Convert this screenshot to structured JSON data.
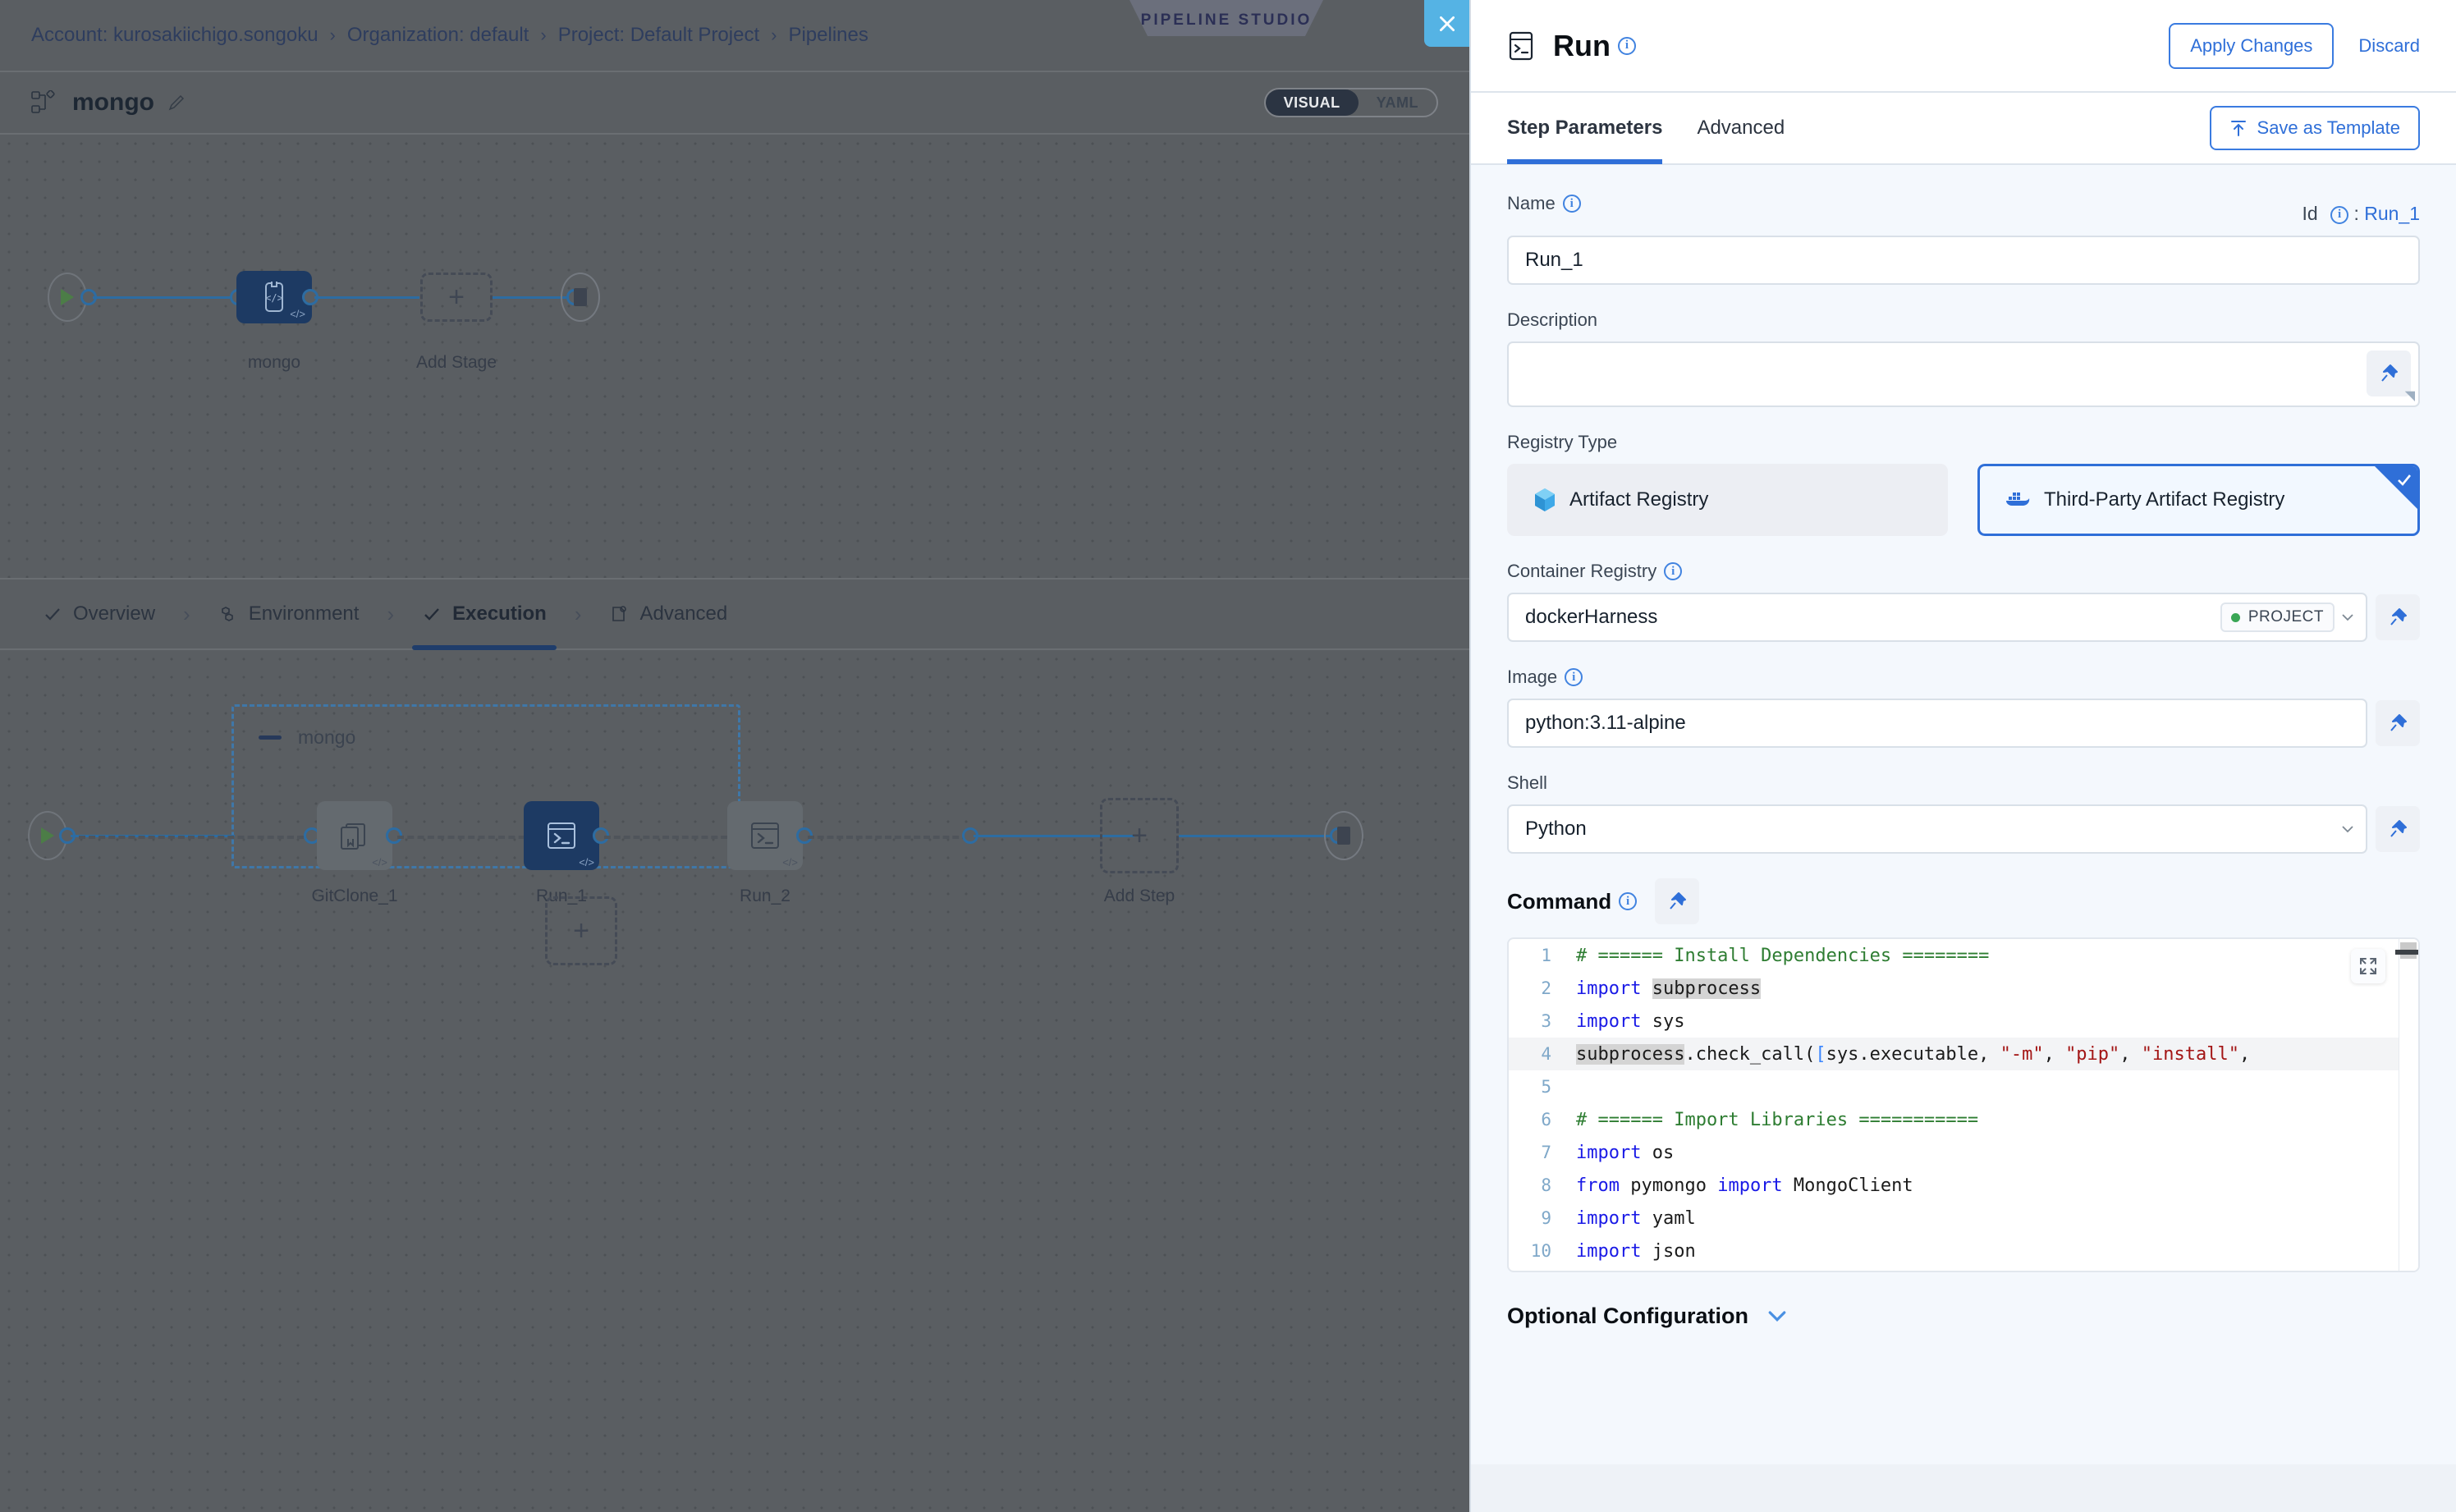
{
  "studio": {
    "breadcrumb": [
      "Account: kurosakiichigo.songoku",
      "Organization: default",
      "Project: Default Project",
      "Pipelines"
    ],
    "separator": "›",
    "badge": "PIPELINE STUDIO",
    "close_icon": "close-icon",
    "pipeline": {
      "name": "mongo",
      "edit_icon": "pencil-icon",
      "view_toggle": {
        "visual": "VISUAL",
        "yaml": "YAML",
        "selected": "VISUAL"
      }
    },
    "stage_canvas": {
      "start_icon": "play-icon",
      "end_icon": "stop-icon",
      "stage": {
        "label": "mongo",
        "icon": "code-brackets-icon",
        "selected": true
      },
      "add_stage": {
        "label": "Add Stage",
        "icon": "plus-icon"
      }
    },
    "tabs": [
      {
        "label": "Overview",
        "icon": "check-icon",
        "active": false
      },
      {
        "label": "Environment",
        "icon": "hexagons-icon",
        "active": false
      },
      {
        "label": "Execution",
        "icon": "check-icon",
        "active": true
      },
      {
        "label": "Advanced",
        "icon": "gear-page-icon",
        "active": false
      }
    ],
    "exec_canvas": {
      "group_label": "mongo",
      "collapse_icon": "minus-icon",
      "steps": [
        {
          "label": "GitClone_1",
          "icon": "git-clone-icon",
          "selected": false
        },
        {
          "label": "Run_1",
          "icon": "terminal-icon",
          "selected": true
        },
        {
          "label": "Run_2",
          "icon": "terminal-icon",
          "selected": false
        }
      ],
      "add_step": {
        "label": "Add Step",
        "icon": "plus-icon"
      },
      "add_step_below": {
        "icon": "plus-icon"
      }
    }
  },
  "panel": {
    "title": "Run",
    "title_icon": "terminal-icon",
    "apply_label": "Apply Changes",
    "discard_label": "Discard",
    "tabs": [
      {
        "label": "Step Parameters",
        "active": true
      },
      {
        "label": "Advanced",
        "active": false
      }
    ],
    "save_template_label": "Save as Template",
    "save_template_icon": "upload-template-icon",
    "name": {
      "label": "Name",
      "value": "Run_1",
      "placeholder": "",
      "id_label": "Id",
      "id_sep": ":",
      "id_value": "Run_1"
    },
    "description": {
      "label": "Description",
      "value": "",
      "placeholder": "",
      "pin_icon": "pin-icon"
    },
    "registry_type": {
      "label": "Registry Type",
      "options": [
        {
          "label": "Artifact Registry",
          "icon": "harness-cube-icon",
          "selected": false
        },
        {
          "label": "Third-Party Artifact Registry",
          "icon": "docker-icon",
          "selected": true
        }
      ]
    },
    "container_registry": {
      "label": "Container Registry",
      "value": "dockerHarness",
      "scope": "PROJECT",
      "scope_dot_color": "#3aa655",
      "caret_icon": "chevron-down-icon",
      "pin_icon": "pin-icon"
    },
    "image": {
      "label": "Image",
      "value": "python:3.11-alpine",
      "pin_icon": "pin-icon"
    },
    "shell": {
      "label": "Shell",
      "value": "Python",
      "caret_icon": "chevron-down-icon",
      "pin_icon": "pin-icon"
    },
    "command": {
      "label": "Command",
      "pin_icon": "pin-icon",
      "expand_icon": "expand-icon",
      "active_line": 4,
      "lines": [
        {
          "n": 1,
          "tokens": [
            {
              "t": "# ====== Install Dependencies ========",
              "c": "c-com"
            }
          ]
        },
        {
          "n": 2,
          "tokens": [
            {
              "t": "import ",
              "c": "c-kw"
            },
            {
              "t": "subprocess",
              "c": "c-txt hl"
            }
          ]
        },
        {
          "n": 3,
          "tokens": [
            {
              "t": "import ",
              "c": "c-kw"
            },
            {
              "t": "sys",
              "c": "c-txt"
            }
          ]
        },
        {
          "n": 4,
          "tokens": [
            {
              "t": "subprocess",
              "c": "c-txt hl"
            },
            {
              "t": ".check_call(",
              "c": "c-txt"
            },
            {
              "t": "[",
              "c": "c-br"
            },
            {
              "t": "sys.executable, ",
              "c": "c-txt"
            },
            {
              "t": "\"-m\"",
              "c": "c-str"
            },
            {
              "t": ", ",
              "c": "c-txt"
            },
            {
              "t": "\"pip\"",
              "c": "c-str"
            },
            {
              "t": ", ",
              "c": "c-txt"
            },
            {
              "t": "\"install\"",
              "c": "c-str"
            },
            {
              "t": ",",
              "c": "c-txt"
            }
          ]
        },
        {
          "n": 5,
          "tokens": [
            {
              "t": "",
              "c": "c-txt"
            }
          ]
        },
        {
          "n": 6,
          "tokens": [
            {
              "t": "# ====== Import Libraries ===========",
              "c": "c-com"
            }
          ]
        },
        {
          "n": 7,
          "tokens": [
            {
              "t": "import ",
              "c": "c-kw"
            },
            {
              "t": "os",
              "c": "c-txt"
            }
          ]
        },
        {
          "n": 8,
          "tokens": [
            {
              "t": "from ",
              "c": "c-kw"
            },
            {
              "t": "pymongo ",
              "c": "c-txt"
            },
            {
              "t": "import ",
              "c": "c-kw"
            },
            {
              "t": "MongoClient",
              "c": "c-txt"
            }
          ]
        },
        {
          "n": 9,
          "tokens": [
            {
              "t": "import ",
              "c": "c-kw"
            },
            {
              "t": "yaml",
              "c": "c-txt"
            }
          ]
        },
        {
          "n": 10,
          "tokens": [
            {
              "t": "import ",
              "c": "c-kw"
            },
            {
              "t": "json",
              "c": "c-txt"
            }
          ]
        }
      ]
    },
    "optional_configuration": {
      "label": "Optional Configuration",
      "caret_icon": "chevron-down-icon"
    }
  }
}
